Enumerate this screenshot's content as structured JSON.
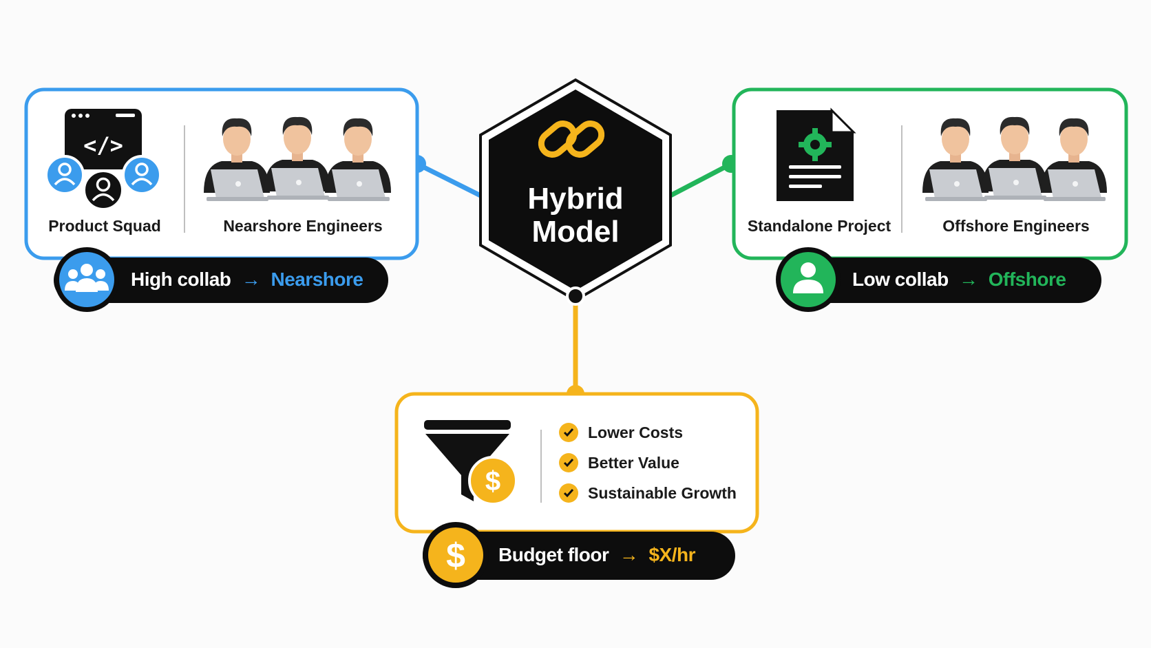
{
  "colors": {
    "blue": "#3b9ced",
    "green": "#22b55a",
    "yellow": "#f5b41c",
    "dark": "#111111"
  },
  "center": {
    "line1": "Hybrid",
    "line2": "Model",
    "icon": "chain-link-icon"
  },
  "left_card": {
    "label_left": "Product Squad",
    "label_right": "Nearshore Engineers",
    "icons": [
      "code-window-icon",
      "team-icon",
      "engineers-with-laptops-icon"
    ]
  },
  "left_pill": {
    "prefix": "High collab",
    "arrow": "→",
    "target": "Nearshore",
    "icon": "group-icon"
  },
  "right_card": {
    "label_left": "Standalone Project",
    "label_right": "Offshore Engineers",
    "icons": [
      "gear-document-icon",
      "engineers-with-laptops-icon"
    ]
  },
  "right_pill": {
    "prefix": "Low collab",
    "arrow": "→",
    "target": "Offshore",
    "icon": "user-icon"
  },
  "bottom_card": {
    "icons": [
      "funnel-icon",
      "dollar-coin-icon"
    ],
    "bullets": [
      "Lower Costs",
      "Better Value",
      "Sustainable Growth"
    ]
  },
  "bottom_pill": {
    "prefix": "Budget floor",
    "arrow": "→",
    "target": "$X/hr",
    "icon": "dollar-icon"
  }
}
